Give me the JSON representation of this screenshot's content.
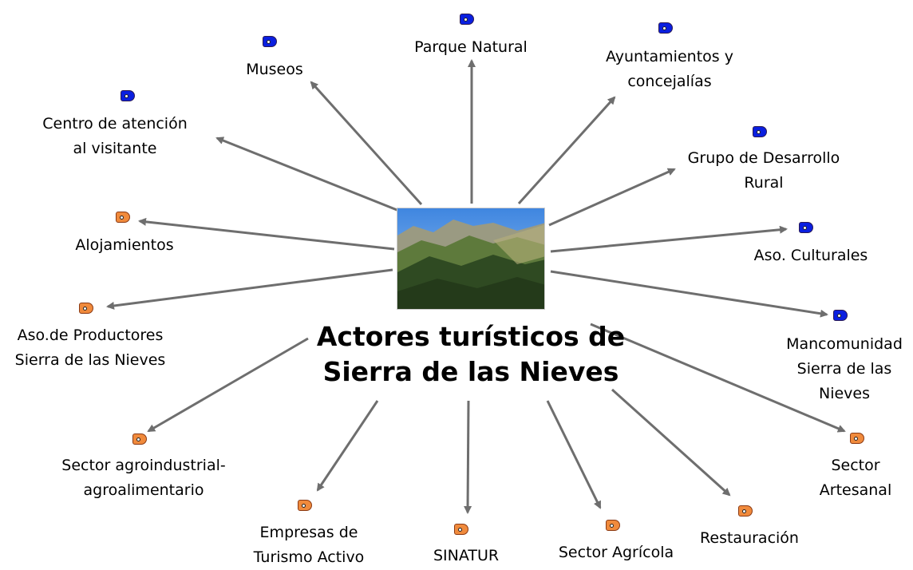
{
  "center": {
    "title_line1": "Actores turísticos de",
    "title_line2": "Sierra de las Nieves"
  },
  "colors": {
    "public_tag": "#0a1fe0",
    "private_tag": "#f08a3c",
    "arrow": "#6e6e6e"
  },
  "nodes": [
    {
      "id": "museos",
      "lines": [
        "Museos"
      ],
      "tag": "blue"
    },
    {
      "id": "parque-natural",
      "lines": [
        "Parque Natural"
      ],
      "tag": "blue"
    },
    {
      "id": "ayuntamientos",
      "lines": [
        "Ayuntamientos y",
        "concejalías"
      ],
      "tag": "blue"
    },
    {
      "id": "centro-atencion",
      "lines": [
        "Centro de atención",
        "al visitante"
      ],
      "tag": "blue"
    },
    {
      "id": "grupo-desarrollo",
      "lines": [
        "Grupo de Desarrollo",
        "Rural"
      ],
      "tag": "blue"
    },
    {
      "id": "alojamientos",
      "lines": [
        "Alojamientos"
      ],
      "tag": "orange"
    },
    {
      "id": "aso-culturales",
      "lines": [
        "Aso. Culturales"
      ],
      "tag": "blue"
    },
    {
      "id": "aso-productores",
      "lines": [
        "Aso.de Productores",
        "Sierra de las Nieves"
      ],
      "tag": "orange"
    },
    {
      "id": "mancomunidad",
      "lines": [
        "Mancomunidad",
        "Sierra de las",
        "Nieves"
      ],
      "tag": "blue"
    },
    {
      "id": "sector-agroindustrial",
      "lines": [
        "Sector agroindustrial-",
        "agroalimentario"
      ],
      "tag": "orange"
    },
    {
      "id": "sector-artesanal",
      "lines": [
        "Sector",
        "Artesanal"
      ],
      "tag": "orange"
    },
    {
      "id": "empresas-turismo",
      "lines": [
        "Empresas de",
        "Turismo Activo"
      ],
      "tag": "orange"
    },
    {
      "id": "sinatur",
      "lines": [
        "SINATUR"
      ],
      "tag": "orange"
    },
    {
      "id": "sector-agricola",
      "lines": [
        "Sector Agrícola"
      ],
      "tag": "orange"
    },
    {
      "id": "restauracion",
      "lines": [
        "Restauración"
      ],
      "tag": "orange"
    }
  ]
}
